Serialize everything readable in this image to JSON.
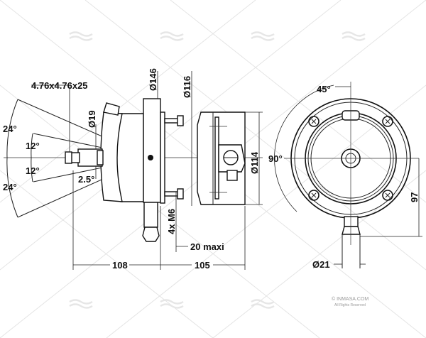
{
  "labels": {
    "key_size": "4.76x4.76x25",
    "angle_up_outer": "24°",
    "angle_up_inner": "12°",
    "angle_down_inner": "12°",
    "angle_down_outer": "24°",
    "angle_small": "2.5°",
    "shaft_dia": "Ø19",
    "flange_dia": "Ø146",
    "spigot_dia": "Ø116",
    "body_dia": "Ø114",
    "bolts": "4x M6",
    "max_thickness": "20 maxi",
    "front_length": "108",
    "rear_length": "105",
    "hole_angle": "45°",
    "hole_spacing_angle": "90°",
    "stem_height": "97",
    "stem_dia": "Ø21"
  },
  "watermark": {
    "copyright": "© INMASA.COM",
    "rights": "All Rights Reserved"
  }
}
